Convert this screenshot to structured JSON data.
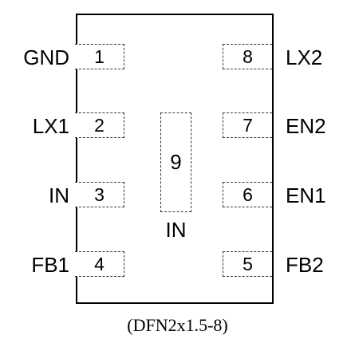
{
  "pins": {
    "p1": {
      "number": "1",
      "name": "GND"
    },
    "p2": {
      "number": "2",
      "name": "LX1"
    },
    "p3": {
      "number": "3",
      "name": "IN"
    },
    "p4": {
      "number": "4",
      "name": "FB1"
    },
    "p5": {
      "number": "5",
      "name": "FB2"
    },
    "p6": {
      "number": "6",
      "name": "EN1"
    },
    "p7": {
      "number": "7",
      "name": "EN2"
    },
    "p8": {
      "number": "8",
      "name": "LX2"
    },
    "p9": {
      "number": "9",
      "name": "IN"
    }
  },
  "caption": "(DFN2x1.5-8)"
}
